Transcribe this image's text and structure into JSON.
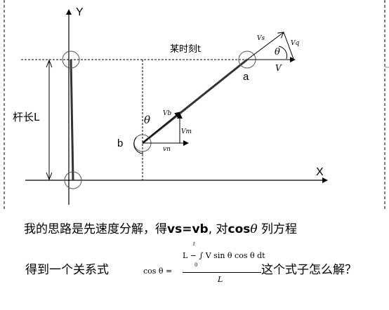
{
  "diagram": {
    "axis_y": "Y",
    "axis_x": "X",
    "moment": "某时刻t",
    "rod_length": "杆长L",
    "point_a": "a",
    "point_b": "b",
    "theta_b": "θ",
    "theta_a": "θ",
    "vb": "Vb",
    "vm": "Vm",
    "vn": "vn",
    "vs": "Vs",
    "vq": "Vq",
    "v": "V"
  },
  "text": {
    "line1_prefix": "我的思路是先速度分解，得",
    "line1_eq": "vs=vb",
    "line1_mid": ", 对",
    "line1_cos": "cos",
    "line1_theta": "θ",
    "line1_suffix": " 列方程",
    "line2_prefix": "得到一个关系式",
    "line2_suffix": "这个式子怎么解？"
  },
  "formula": {
    "lhs": "cos θ =",
    "numerator": "L − ∫ V sin θ cos θ dt",
    "upper_limit": "t",
    "lower_limit": "0",
    "denominator": "L"
  }
}
